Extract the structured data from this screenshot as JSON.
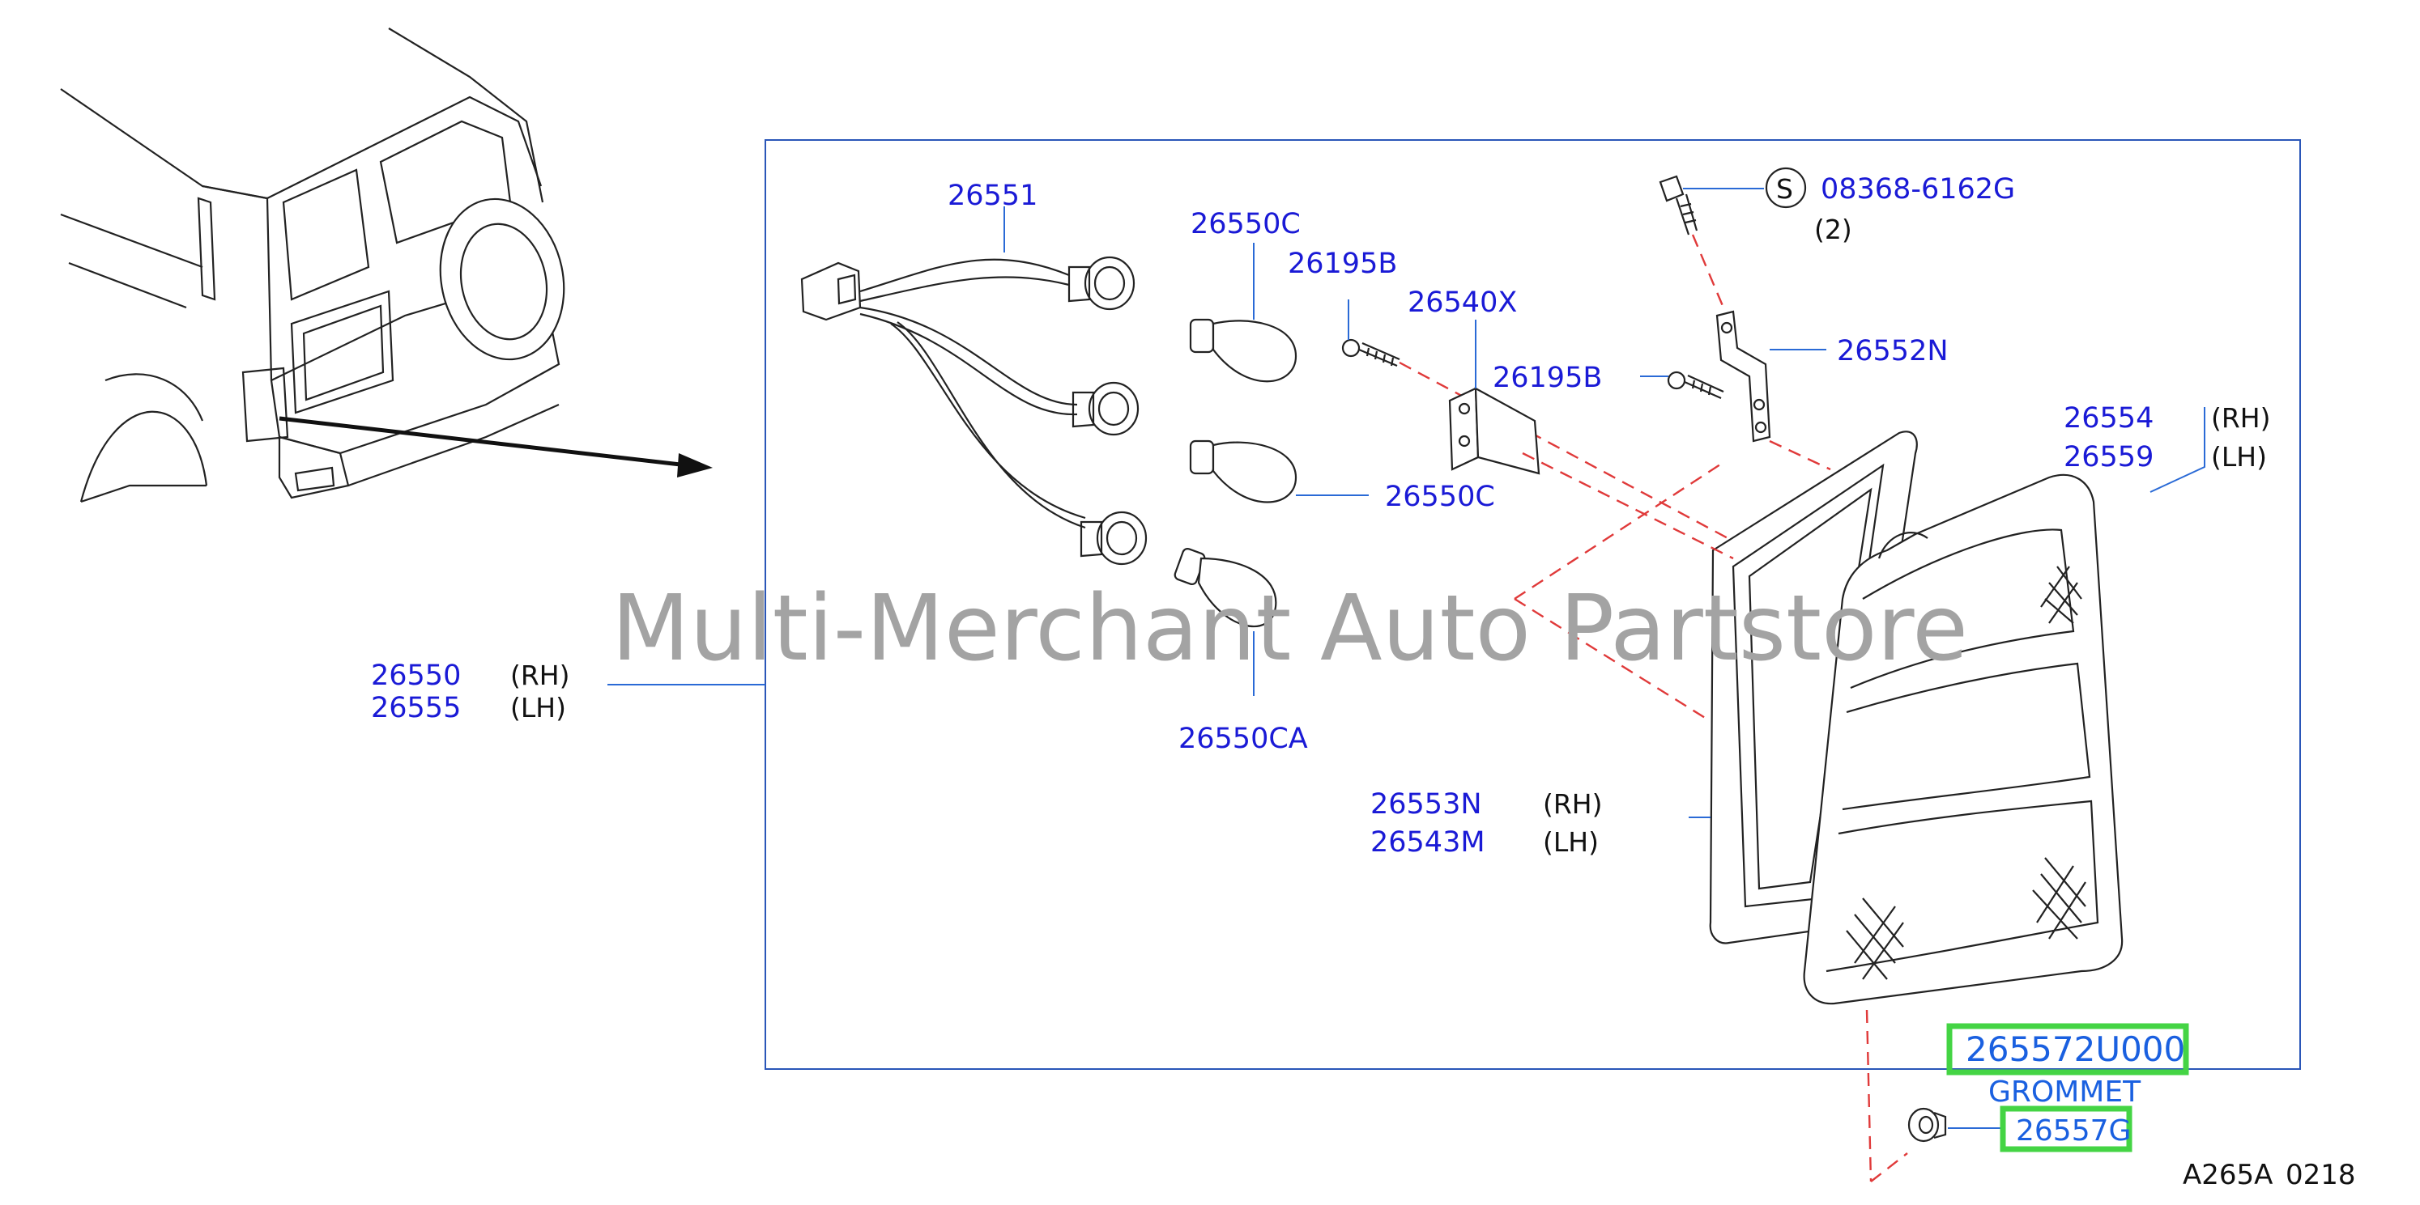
{
  "watermark": "Multi-Merchant Auto Partstore",
  "colors": {
    "part_number": "#1a1ad6",
    "highlight_box": "#44d444",
    "highlight_text": "#1a60e0",
    "leader_line": "#2a6ad6",
    "dashed_line": "#e03a3a",
    "watermark": "#a3a3a3"
  },
  "labels": {
    "harness": "26551",
    "bulb_upper": "26550C",
    "screw_upper": "26195B",
    "bracket": "26540X",
    "screw_lower": "26195B",
    "bulb_middle": "26550C",
    "bulb_lower": "26550CA",
    "bolt_circle_letter": "S",
    "bolt": "08368-6162G",
    "bolt_qty": "(2)",
    "bracket_right": "26552N",
    "lens_rh": "26554",
    "lens_rh_side": "(RH)",
    "lens_lh": "26559",
    "lens_lh_side": "(LH)",
    "assembly_rh": "26550",
    "assembly_rh_side": "(RH)",
    "assembly_lh": "26555",
    "assembly_lh_side": "(LH)",
    "gasket_rh": "26553N",
    "gasket_rh_side": "(RH)",
    "gasket_lh": "26543M",
    "gasket_lh_side": "(LH)",
    "highlight_part": "265572U000",
    "grommet_caption": "GROMMET",
    "grommet_part": "26557G",
    "diagram_code": "A265A",
    "diagram_revision": "0218"
  }
}
